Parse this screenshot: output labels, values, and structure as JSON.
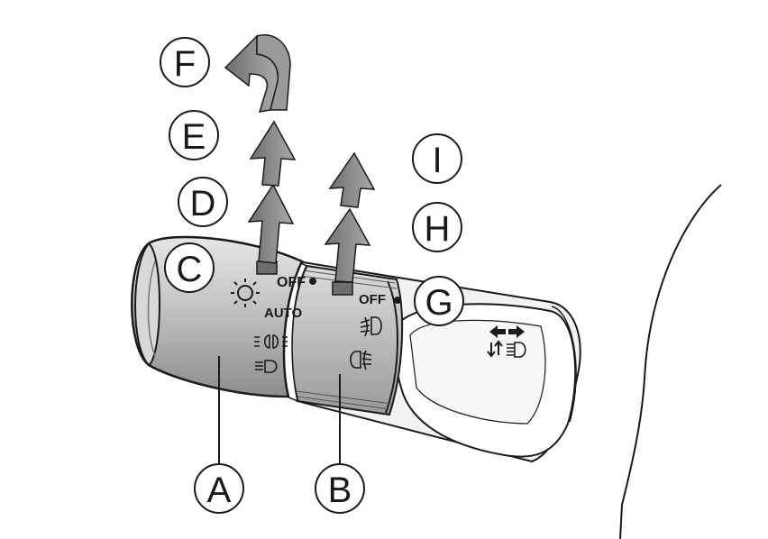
{
  "diagram": {
    "callouts": {
      "a": "A",
      "b": "B",
      "c": "C",
      "d": "D",
      "e": "E",
      "f": "F",
      "g": "G",
      "h": "H",
      "i": "I"
    },
    "headlight_switch": {
      "off_label": "OFF",
      "auto_label": "AUTO",
      "icons": [
        "headlight-on-icon",
        "parking-light-icon",
        "high-beam-icon"
      ]
    },
    "fog_switch": {
      "off_label": "OFF",
      "icons": [
        "front-fog-light-icon",
        "rear-fog-light-icon"
      ]
    },
    "stalk_end": {
      "icons": [
        "turn-signal-arrows-icon",
        "beam-flash-icon"
      ]
    }
  }
}
